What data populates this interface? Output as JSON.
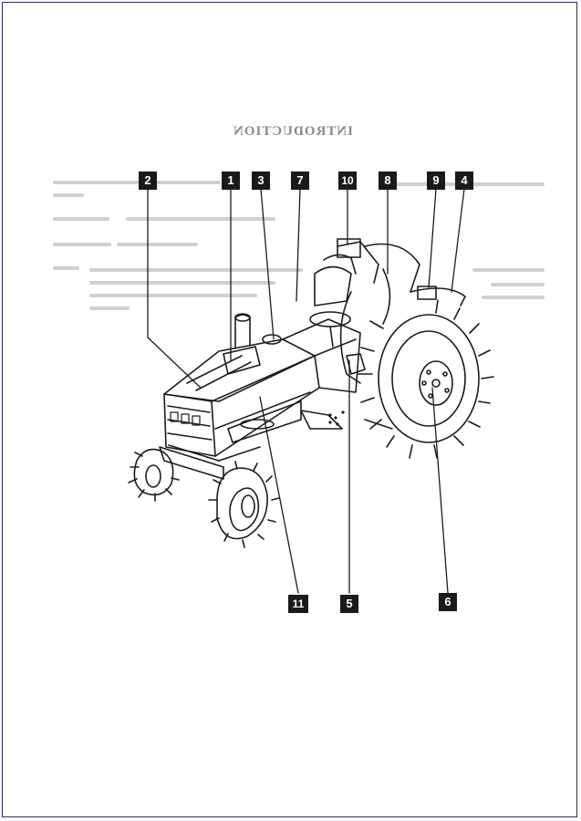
{
  "ghost_text": {
    "title": "INTRODUCTION"
  },
  "callouts": [
    {
      "id": "c2",
      "label": "2"
    },
    {
      "id": "c1",
      "label": "1"
    },
    {
      "id": "c3",
      "label": "3"
    },
    {
      "id": "c7",
      "label": "7"
    },
    {
      "id": "c10",
      "label": "10"
    },
    {
      "id": "c8",
      "label": "8"
    },
    {
      "id": "c9",
      "label": "9"
    },
    {
      "id": "c4",
      "label": "4"
    },
    {
      "id": "c11",
      "label": "11"
    },
    {
      "id": "c5",
      "label": "5"
    },
    {
      "id": "c6",
      "label": "6"
    }
  ],
  "illustration": {
    "subject": "tractor-diagram"
  }
}
